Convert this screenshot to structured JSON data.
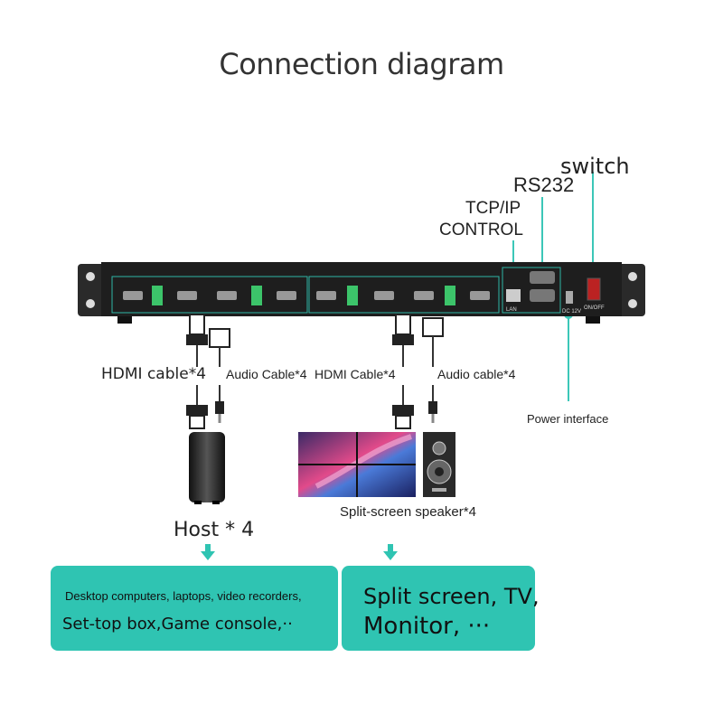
{
  "title": "Connection diagram",
  "labels": {
    "switch": "switch",
    "rs232": "RS232",
    "tcp_ip": "TCP/IP",
    "control": "CONTROL",
    "hdmi_cable_left": "HDMI cable*4",
    "audio_cable_left": "Audio Cable*4",
    "hdmi_cable_right": "HDMI Cable*4",
    "audio_cable_right": "Audio cable*4",
    "power_interface": "Power interface",
    "split_screen_speaker": "Split-screen speaker*4",
    "host": "Host * 4"
  },
  "panel": {
    "lan": "LAN",
    "dc": "DC 12V",
    "onoff": "ON/OFF"
  },
  "boxes": {
    "left_line1": "Desktop computers, laptops, video recorders,",
    "left_line2": "Set-top box,Game console,··",
    "right_line1": "Split screen, TV,",
    "right_line2": "Monitor, ···"
  },
  "colors": {
    "accent": "#2fc4b2",
    "device_body": "#1e1e1e",
    "leader_line": "#3cc7b8"
  }
}
